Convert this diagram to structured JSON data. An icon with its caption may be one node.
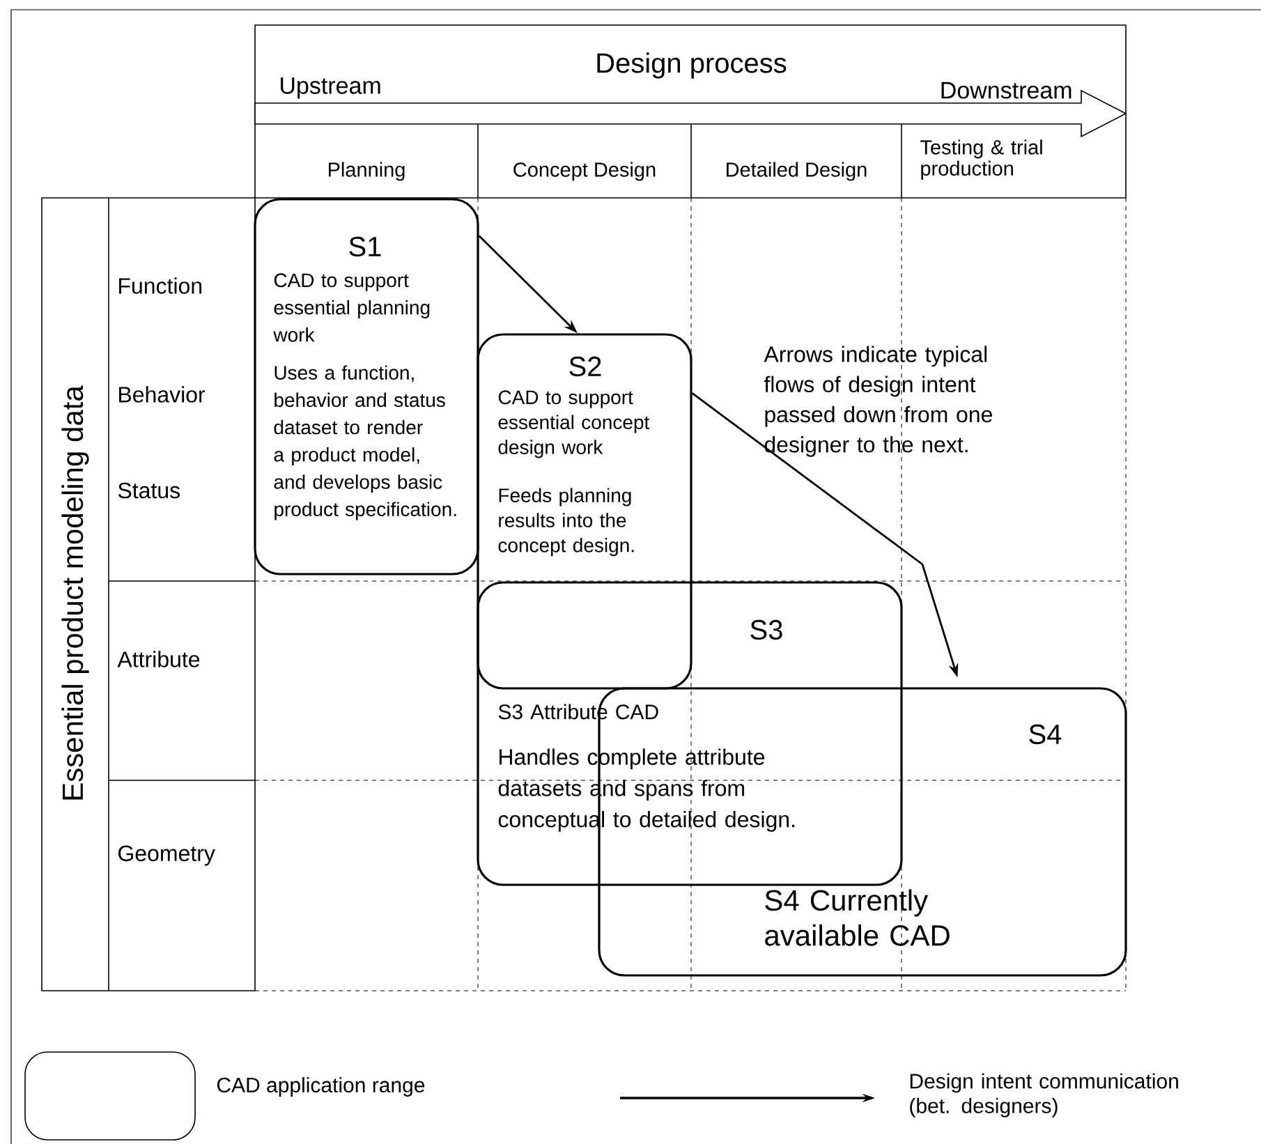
{
  "diagram": {
    "nodes": [
      {
        "text": [
          "S1",
          "CAD to support essential planning work",
          "Uses a function, behavior and status dataset to render a product model, and develops basic product specification."
        ]
      },
      {
        "text": [
          "S2",
          "CAD to support essential concept design work",
          "Feeds planning results into the concept design."
        ]
      },
      {
        "text": [
          "S3",
          "S3 Attribute CAD",
          "Handles complete attribute datasets and spans from conceptual to detailed design."
        ]
      },
      {
        "text": [
          "S4",
          "S4 Currently available CAD"
        ]
      }
    ],
    "edges": [
      {
        "from": 0,
        "to": 1,
        "arrow": "to"
      },
      {
        "from": 1,
        "to": 3,
        "arrow": "to"
      }
    ],
    "labels": [
      "Design process",
      "Upstream",
      "Downstream",
      "Planning",
      "Concept Design",
      "Detailed Design",
      "Testing & trial production",
      "Essential product modeling data",
      "Function",
      "Behavior",
      "Status",
      "Attribute",
      "Geometry",
      "Arrows indicate typical flows of design intent passed down from one designer to the next."
    ],
    "legend": [
      {
        "text": "CAD application range"
      },
      {
        "text": "Design intent communication (bet. designers)"
      }
    ]
  }
}
